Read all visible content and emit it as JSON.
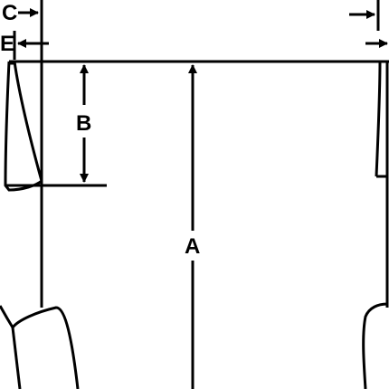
{
  "labels": {
    "a": "A",
    "b": "B",
    "c": "C",
    "e": "E"
  },
  "colors": {
    "line": "#000000",
    "background": "#ffffff"
  }
}
